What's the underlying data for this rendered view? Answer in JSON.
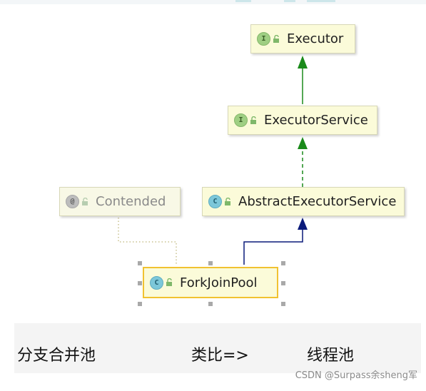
{
  "nodes": {
    "executor": {
      "label": "Executor",
      "kind": "I"
    },
    "executor_service": {
      "label": "ExecutorService",
      "kind": "I"
    },
    "contended": {
      "label": "Contended",
      "kind": "@"
    },
    "abstract_executor_service": {
      "label": "AbstractExecutorService",
      "kind": "C"
    },
    "fork_join_pool": {
      "label": "ForkJoinPool",
      "kind": "C"
    }
  },
  "captions": {
    "left": "分支合并池",
    "middle": "类比=>",
    "right": "线程池"
  },
  "watermark": "CSDN @Surpass余sheng军",
  "colors": {
    "interface_arrow": "#1a8a1a",
    "class_arrow": "#0a1a7a",
    "annotation_link": "#c9c28f",
    "selection": "#f1c231"
  }
}
